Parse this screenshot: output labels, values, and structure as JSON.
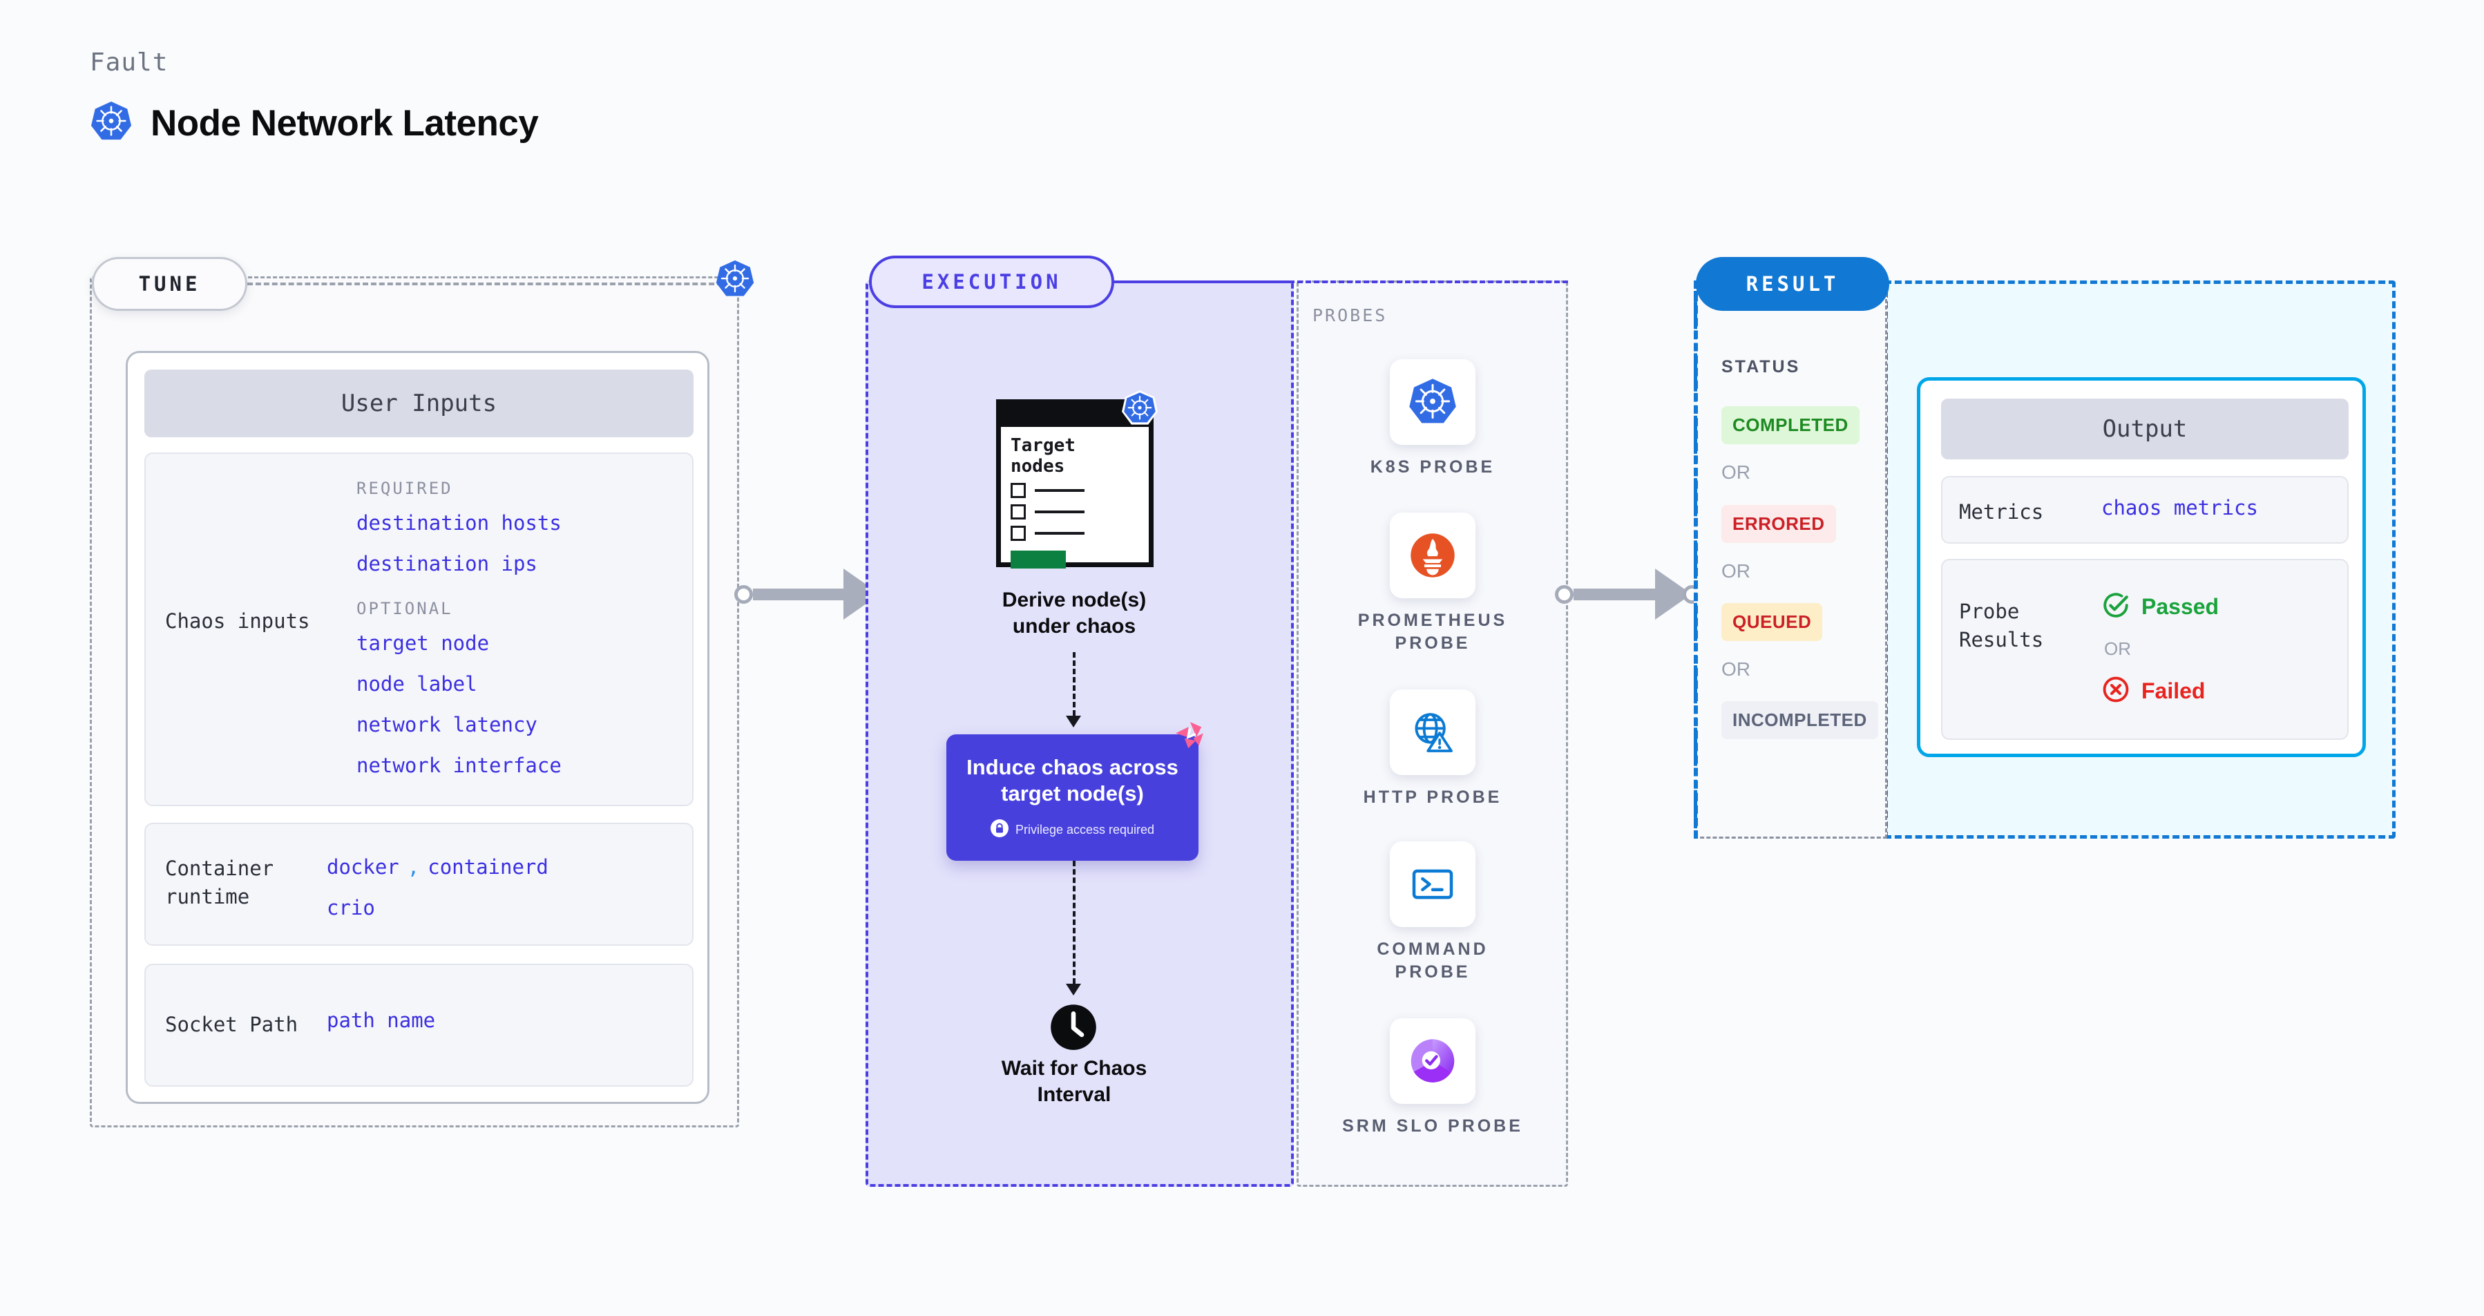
{
  "header": {
    "eyebrow": "Fault",
    "title": "Node Network Latency",
    "icon": "kubernetes-icon"
  },
  "tune": {
    "pill_label": "TUNE",
    "k8s_icon": "kubernetes-icon",
    "card": {
      "header": "User Inputs",
      "chaos_inputs": {
        "label": "Chaos inputs",
        "required_caption": "REQUIRED",
        "required": [
          "destination hosts",
          "destination ips"
        ],
        "optional_caption": "OPTIONAL",
        "optional": [
          "target node",
          "node label",
          "network latency",
          "network interface"
        ]
      },
      "container_runtime": {
        "label": "Container runtime",
        "values_line1": [
          "docker",
          "containerd"
        ],
        "separator": ",",
        "values_line2": [
          "crio"
        ]
      },
      "socket_path": {
        "label": "Socket Path",
        "value": "path name"
      }
    }
  },
  "execution": {
    "pill_label": "EXECUTION",
    "target_card": {
      "title_line1": "Target",
      "title_line2": "nodes",
      "k8s_icon": "kubernetes-icon",
      "checkbox_count": 3
    },
    "derive_label_line1": "Derive node(s)",
    "derive_label_line2": "under chaos",
    "chaos_button": {
      "line1": "Induce chaos across",
      "line2": "target node(s)",
      "privilege_note": "Privilege access required",
      "lock_icon": "lock-icon",
      "litmus_icon": "litmus-logo-icon"
    },
    "wait": {
      "clock_icon": "clock-icon",
      "line1": "Wait for Chaos",
      "line2": "Interval"
    }
  },
  "probes": {
    "caption": "PROBES",
    "items": [
      {
        "name": "K8S PROBE",
        "icon": "kubernetes-icon"
      },
      {
        "name": "PROMETHEUS PROBE",
        "icon": "prometheus-icon"
      },
      {
        "name": "HTTP PROBE",
        "icon": "globe-warning-icon"
      },
      {
        "name": "COMMAND PROBE",
        "icon": "terminal-icon"
      },
      {
        "name": "SRM SLO PROBE",
        "icon": "srm-slo-donut-icon"
      }
    ]
  },
  "result": {
    "pill_label": "RESULT",
    "status_caption": "STATUS",
    "or_label": "OR",
    "statuses": [
      {
        "label": "COMPLETED",
        "color": "#1d8a21",
        "bg": "#ddf7d8"
      },
      {
        "label": "ERRORED",
        "color": "#cb2026",
        "bg": "#fdeaea"
      },
      {
        "label": "QUEUED",
        "color": "#cb2026",
        "bg": "#fdeec8"
      },
      {
        "label": "INCOMPLETED",
        "color": "#5c6378",
        "bg": "#eef0f5"
      }
    ]
  },
  "output": {
    "header": "Output",
    "metrics": {
      "label": "Metrics",
      "value": "chaos metrics"
    },
    "probe_results": {
      "label_line1": "Probe",
      "label_line2": "Results",
      "passed": "Passed",
      "or_label": "OR",
      "failed": "Failed",
      "passed_icon": "check-circle-icon",
      "failed_icon": "x-circle-icon",
      "passed_color": "#1aa33c",
      "failed_color": "#e8241f"
    }
  },
  "colors": {
    "accent_purple": "#4740dd",
    "accent_blue": "#1178d4",
    "kubernetes_blue": "#326ce5",
    "litmus_pink": "#fa6093"
  }
}
